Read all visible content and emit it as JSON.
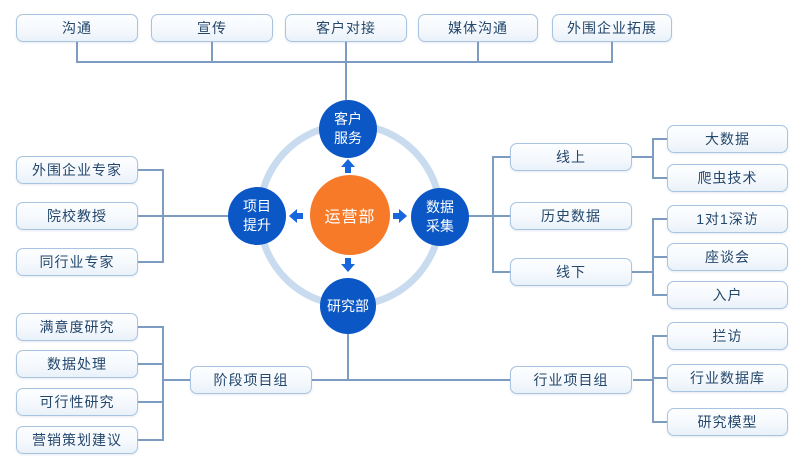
{
  "diagram": {
    "top_row": [
      "沟通",
      "宣传",
      "客户对接",
      "媒体沟通",
      "外围企业拓展"
    ],
    "center": {
      "core": "运营部",
      "north": "客户服务",
      "west": "项目提升",
      "east": "数据采集",
      "south": "研究部"
    },
    "expert_branch": [
      "外围企业专家",
      "院校教授",
      "同行业专家"
    ],
    "collection_mid": [
      "线上",
      "历史数据",
      "线下"
    ],
    "online_children": [
      "大数据",
      "爬虫技术"
    ],
    "offline_children": [
      "1对1深访",
      "座谈会",
      "入户"
    ],
    "research_outputs": [
      "满意度研究",
      "数据处理",
      "可行性研究",
      "营销策划建议"
    ],
    "project_groups": {
      "stage": "阶段项目组",
      "industry": "行业项目组"
    },
    "industry_children": [
      "拦访",
      "行业数据库",
      "研究模型"
    ]
  },
  "palette": {
    "core_orange": "#f77a28",
    "dept_blue": "#0b57c6",
    "arrow_blue": "#1866db",
    "ring_blue": "#c9dbee",
    "line_blue": "#7d9cc2",
    "box_border": "#a8c4e0",
    "box_text": "#24476c"
  }
}
